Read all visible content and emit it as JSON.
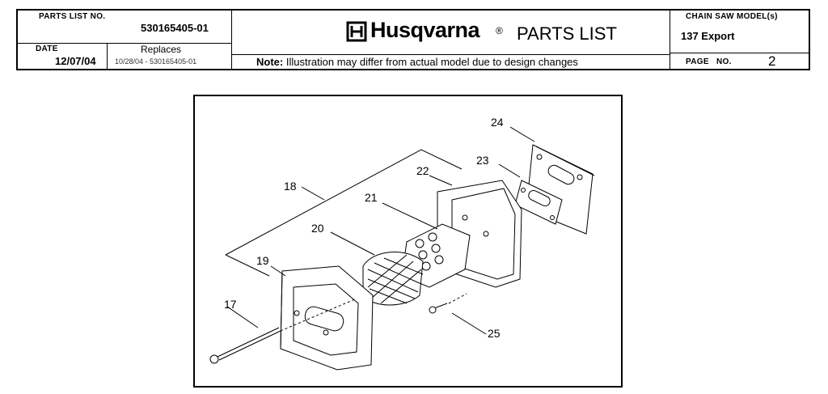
{
  "header": {
    "parts_list_no_label": "PARTS LIST NO.",
    "parts_list_no": "530165405-01",
    "date_label": "DATE",
    "date": "12/07/04",
    "replaces_label": "Replaces",
    "replaces": "10/28/04 - 530165405-01",
    "brand": "Husqvarna",
    "registered": "®",
    "title": "PARTS LIST",
    "note_label": "Note:",
    "note_text": "Illustration may differ from actual model due to design changes",
    "model_label": "CHAIN SAW MODEL(s)",
    "model": "137 Export",
    "page_label": "PAGE",
    "page_no_label": "NO.",
    "page_no": "2"
  },
  "diagram": {
    "callouts": [
      "17",
      "18",
      "19",
      "20",
      "21",
      "22",
      "23",
      "24",
      "25"
    ]
  },
  "colors": {
    "line": "#000000",
    "background": "#ffffff"
  }
}
